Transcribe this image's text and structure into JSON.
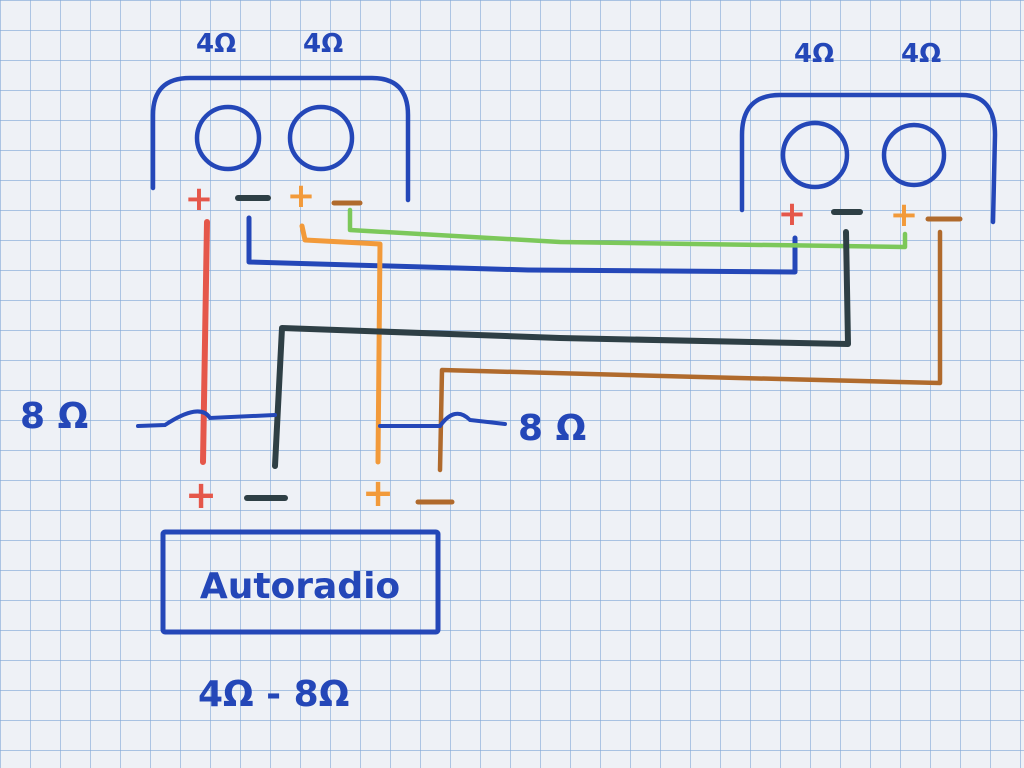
{
  "colors": {
    "paper": "#eef1f6",
    "grid": "#7fa6d6",
    "blue": "#2447b8",
    "red": "#e5574a",
    "orange": "#f29a3a",
    "dark": "#2e3f45",
    "brown": "#b06a2c",
    "green": "#7cc85a"
  },
  "speakers": {
    "left": {
      "impedance_a": "4Ω",
      "impedance_b": "4Ω"
    },
    "right": {
      "impedance_a": "4Ω",
      "impedance_b": "4Ω"
    }
  },
  "terminals": {
    "plus": "+",
    "minus": "−"
  },
  "labels": {
    "left_pair": "8 Ω",
    "right_pair": "8 Ω",
    "radio": "Autoradio",
    "radio_impedance": "4Ω - 8Ω"
  }
}
